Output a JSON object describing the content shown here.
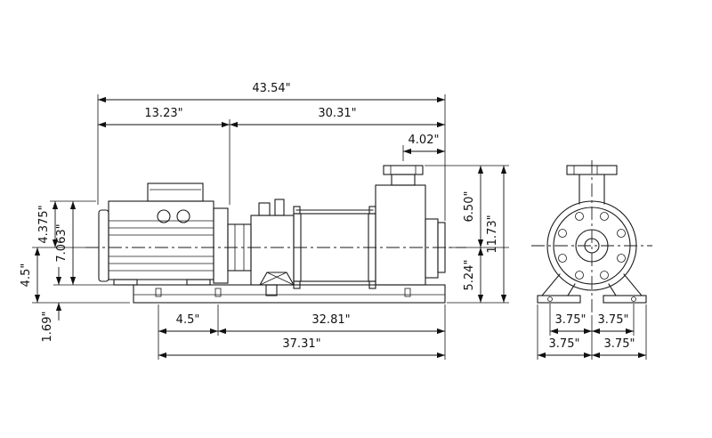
{
  "drawing": {
    "kind": "pump-dimensional-drawing",
    "units": "inches",
    "views": [
      "side-elevation",
      "end-view"
    ]
  },
  "dims": {
    "overall_length": "43.54\"",
    "motor_section_length": "13.23\"",
    "pump_section_length": "30.31\"",
    "discharge_flange_offset": "4.02\"",
    "discharge_above_centerline": "6.50\"",
    "overall_height": "11.73\"",
    "centerline_to_base": "5.24\"",
    "centerline_to_motor_top": "4.375\"",
    "motor_height": "7.063\"",
    "left_centerline_to_base": "4.5\"",
    "base_channel_thickness": "1.69\"",
    "foot_bolt_spacing": "4.5\"",
    "base_length": "32.81\"",
    "overall_base_length": "37.31\"",
    "end_bolt_left": "3.75\"",
    "end_bolt_right": "3.75\"",
    "end_base_left": "3.75\"",
    "end_base_right": "3.75\""
  }
}
